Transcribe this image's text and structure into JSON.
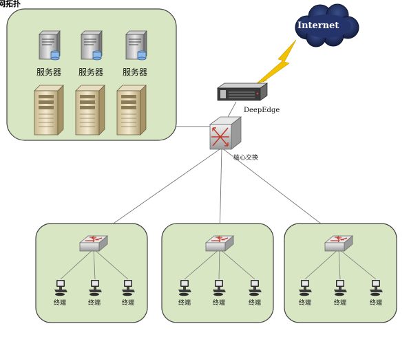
{
  "header_fragment": "网拓扑",
  "internet": {
    "label": "Internet"
  },
  "firewall": {
    "label": "DeepEdge"
  },
  "core_switch": {
    "label": "核心交换"
  },
  "server_zone": {
    "servers": [
      {
        "label": "服务器"
      },
      {
        "label": "服务器"
      },
      {
        "label": "服务器"
      }
    ],
    "tower_count": 3
  },
  "access_groups": [
    {
      "terminals": [
        {
          "label": "终端"
        },
        {
          "label": "终端"
        },
        {
          "label": "终端"
        }
      ]
    },
    {
      "terminals": [
        {
          "label": "终端"
        },
        {
          "label": "终端"
        },
        {
          "label": "终端"
        }
      ]
    },
    {
      "terminals": [
        {
          "label": "终端"
        },
        {
          "label": "终端"
        },
        {
          "label": "终端"
        }
      ]
    }
  ],
  "colors": {
    "zone_fill": "#d9e6c3",
    "zone_stroke": "#444444",
    "cloud": "#1f2d5c",
    "link": "#777777",
    "lightning": "#f2c200"
  }
}
